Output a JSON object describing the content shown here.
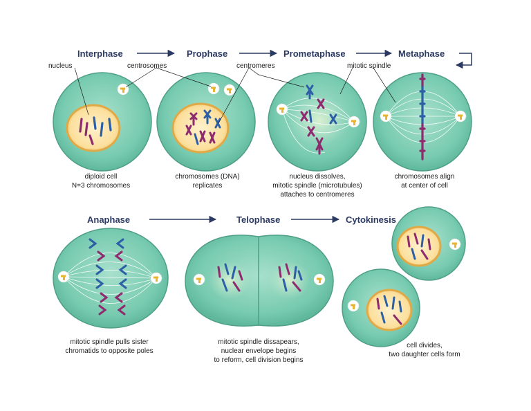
{
  "phases": {
    "interphase": "Interphase",
    "prophase": "Prophase",
    "prometaphase": "Prometaphase",
    "metaphase": "Metaphase",
    "anaphase": "Anaphase",
    "telophase": "Telophase",
    "cytokinesis": "Cytokinesis"
  },
  "labels": {
    "nucleus": "nucleus",
    "centrosomes": "centrosomes",
    "centromeres": "centromeres",
    "mitotic_spindle": "mitotic spindle"
  },
  "captions": {
    "interphase": [
      "diploid cell",
      "N=3 chromosomes"
    ],
    "prophase": [
      "chromosomes (DNA)",
      "replicates"
    ],
    "prometaphase": [
      "nucleus dissolves,",
      "mitotic spindle (microtubules)",
      "attaches to centromeres"
    ],
    "metaphase": [
      "chromosomes align",
      "at center of cell"
    ],
    "anaphase": [
      "mitotic spindle pulls sister",
      "chromatids to opposite poles"
    ],
    "telophase": [
      "mitotic spindle dissapears,",
      "nuclear envelope begins",
      "to reform, cell division begins"
    ],
    "cytokinesis": [
      "cell divides,",
      "two daughter cells form"
    ]
  },
  "colors": {
    "cell_fill": "#72c9ad",
    "cell_inner": "#a6ddc8",
    "cell_edge": "#4e9f86",
    "nucleus_fill": "#fbe2a6",
    "nucleus_edge": "#e1a945",
    "chromosome_blue": "#2d5fa6",
    "chromosome_purple": "#8e2a6e",
    "centrosome": "#e8b530",
    "arrow": "#2b3a63"
  }
}
